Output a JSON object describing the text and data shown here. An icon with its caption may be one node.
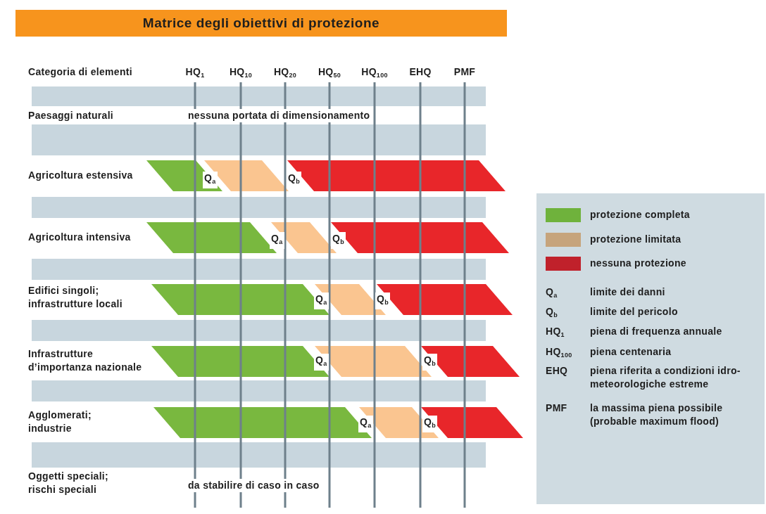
{
  "diagram": {
    "title": "Matrice degli obiettivi di protezione",
    "labels": [
      "Categoria di elementi",
      "HQ$_{1}$",
      "HQ$_{10}$",
      "HQ$_{20}$",
      "HQ$_{50}$",
      "HQ$_{100}$",
      "EHQ",
      "PMF",
      "Paesaggi naturali",
      "nessuna portata di dimensionamento",
      "Agricoltura estensiva",
      "Q$_{a}$",
      "Q$_{b}$",
      "Agricoltura intensiva",
      "Q$_{a}$",
      "Q$_{b}$",
      "Edifici singoli; infrastrutture locali",
      "Q$_{a}$",
      "Q$_{b}$",
      "Infrastrutture d’importanza nazionale",
      "Q$_{a}$",
      "Q$_{b}$",
      "Agglomerati; industrie",
      "Q$_{a}$",
      "Q$_{b}$",
      "Oggetti speciali; rischi speciali",
      "da stabilire di caso in caso",
      "Q$_{a}$",
      "limite dei danni",
      "Q$_{b}$",
      "limite del pericolo",
      "HQ$_{1}$",
      "piena di frequenza annuale",
      "HQ$_{100}$",
      "piena centenaria",
      "EHQ",
      "piena riferita a condizioni idro-meteorologiche estreme",
      "PMF",
      "la massima piena possibile (probable maximum flood)"
    ],
    "legend": [
      {
        "text": "protezione completa",
        "color": "#6fb23c"
      },
      {
        "text": "protezione limitata",
        "color": "#c6a47c"
      },
      {
        "text": "nessuna protezione",
        "color": "#c0212b"
      }
    ]
  }
}
